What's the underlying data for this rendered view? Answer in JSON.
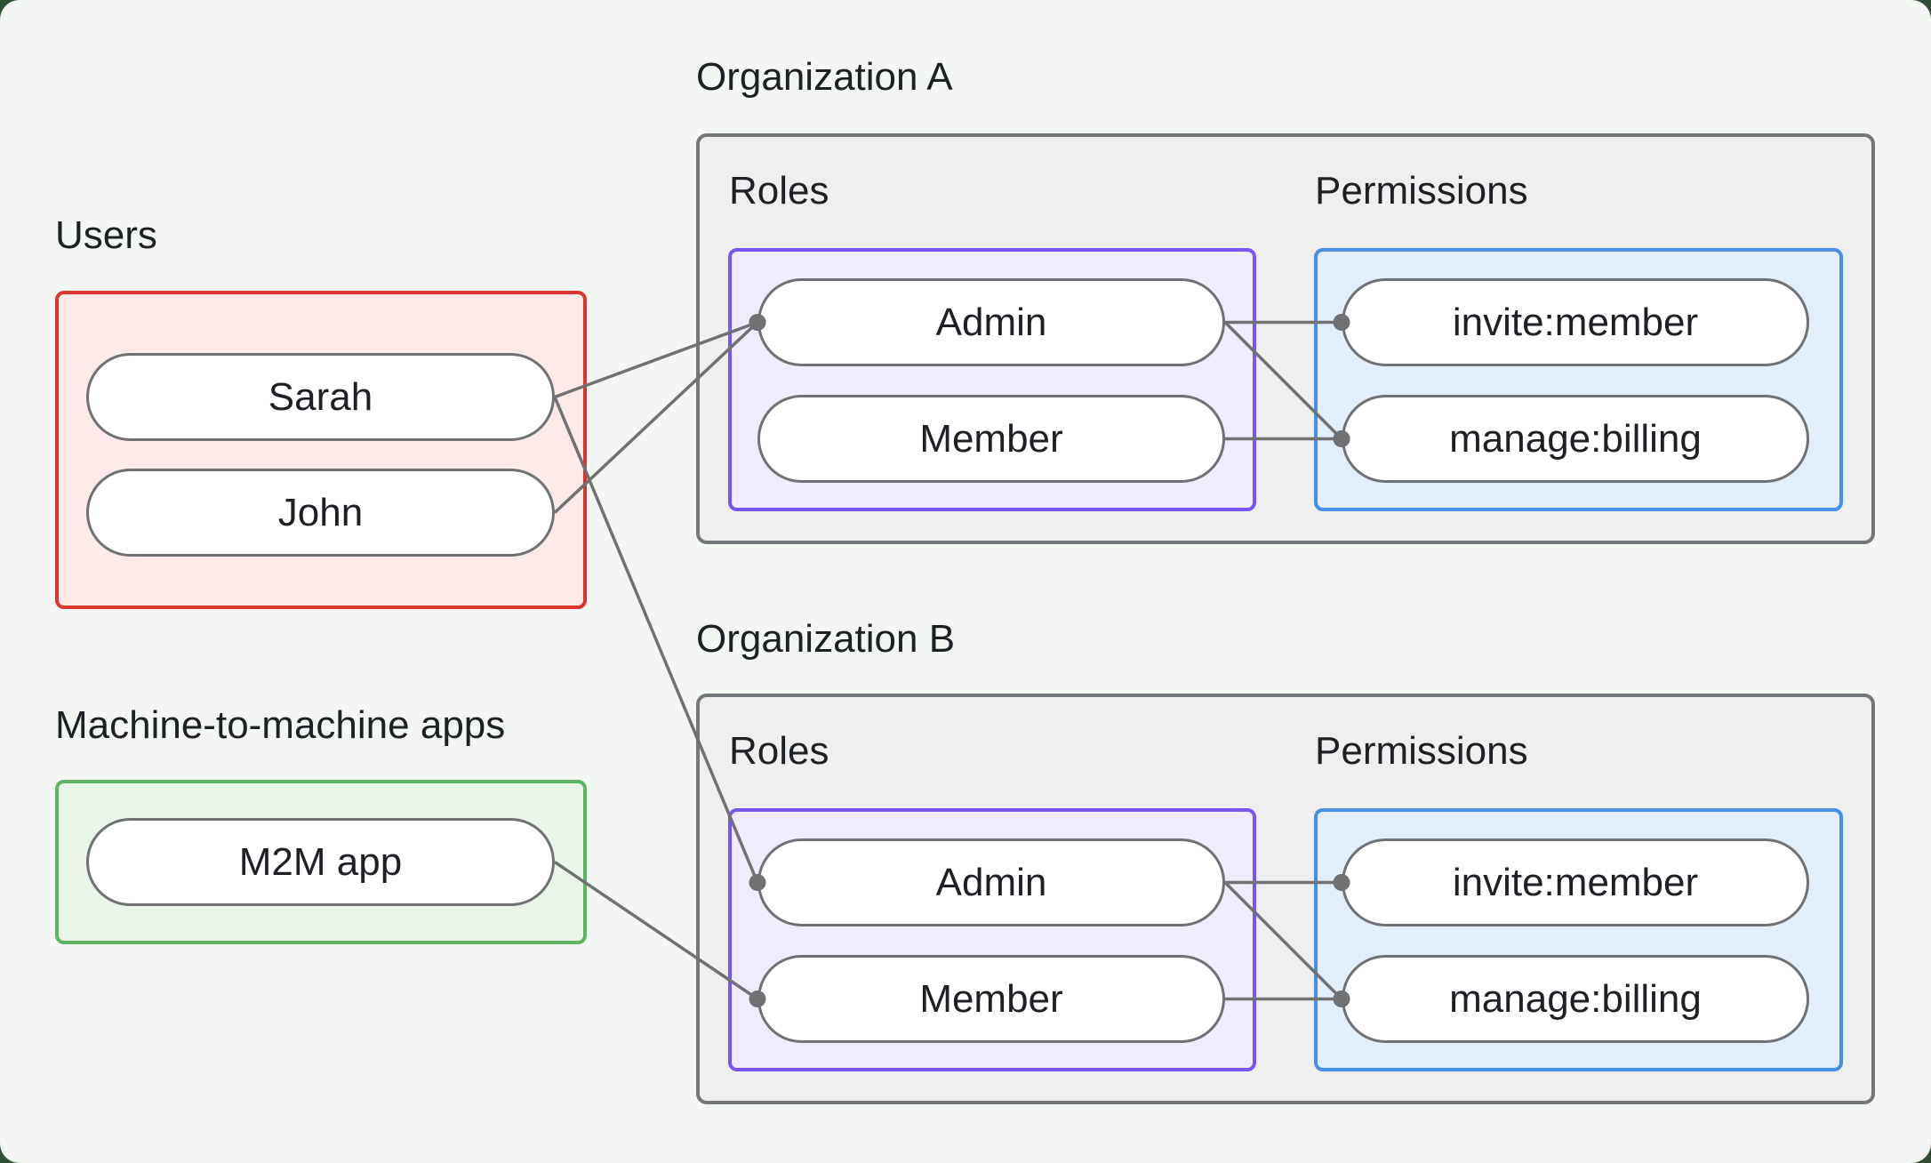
{
  "colors": {
    "backdrop": "#2e4f33",
    "page-bg": "#f4f6f4",
    "text": "#1d2126",
    "org-fill": "#eeefee",
    "org-border": "#75787a",
    "users-fill": "#fceae8",
    "users-border": "#da382f",
    "m2m-fill": "#e9f5e9",
    "m2m-border": "#5cb663",
    "roles-fill": "#f1ecfb",
    "roles-border": "#7b55f3",
    "perms-fill": "#e2eefa",
    "perms-border": "#4690e7",
    "pill-border": "#6f7173",
    "connector": "#6f7173"
  },
  "users_group": {
    "label": "Users",
    "items": [
      {
        "label": "Sarah"
      },
      {
        "label": "John"
      }
    ]
  },
  "m2m_group": {
    "label": "Machine-to-machine apps",
    "items": [
      {
        "label": "M2M app"
      }
    ]
  },
  "organizations": [
    {
      "label": "Organization A",
      "roles_label": "Roles",
      "permissions_label": "Permissions",
      "roles": [
        {
          "label": "Admin"
        },
        {
          "label": "Member"
        }
      ],
      "permissions": [
        {
          "label": "invite:member"
        },
        {
          "label": "manage:billing"
        }
      ]
    },
    {
      "label": "Organization B",
      "roles_label": "Roles",
      "permissions_label": "Permissions",
      "roles": [
        {
          "label": "Admin"
        },
        {
          "label": "Member"
        }
      ],
      "permissions": [
        {
          "label": "invite:member"
        },
        {
          "label": "manage:billing"
        }
      ]
    }
  ],
  "connections": [
    {
      "from": "user-pill-sarah",
      "to": "orga-role-admin-pill",
      "note": ""
    },
    {
      "from": "user-pill-sarah",
      "to": "orga-role-member-pill",
      "note": ""
    },
    {
      "from": "user-pill-john",
      "to": "orga-role-admin-pill",
      "note": ""
    },
    {
      "from": "user-pill-sarah",
      "to": "orgb-role-admin-pill",
      "note": ""
    },
    {
      "from": "m2m-app-pill",
      "to": "orgb-role-member-pill",
      "note": ""
    },
    {
      "from": "orga-role-admin-pill",
      "to": "orga-perm-invite-member-pill",
      "note": ""
    },
    {
      "from": "orga-role-admin-pill",
      "to": "orga-perm-manage-billing-pill",
      "note": ""
    },
    {
      "from": "orga-role-member-pill",
      "to": "orga-perm-manage-billing-pill",
      "note": ""
    },
    {
      "from": "orgb-role-admin-pill",
      "to": "orgb-perm-invite-member-pill",
      "note": ""
    },
    {
      "from": "orgb-role-admin-pill",
      "to": "orgb-perm-manage-billing-pill",
      "note": ""
    },
    {
      "from": "orgb-role-member-pill",
      "to": "orgb-perm-manage-billing-pill",
      "note": ""
    }
  ],
  "connections_active": [
    0,
    2,
    3,
    4,
    5,
    6,
    7,
    8,
    9,
    10
  ],
  "connector_style": {
    "width": 3.5,
    "dot_radius": 9.5
  }
}
